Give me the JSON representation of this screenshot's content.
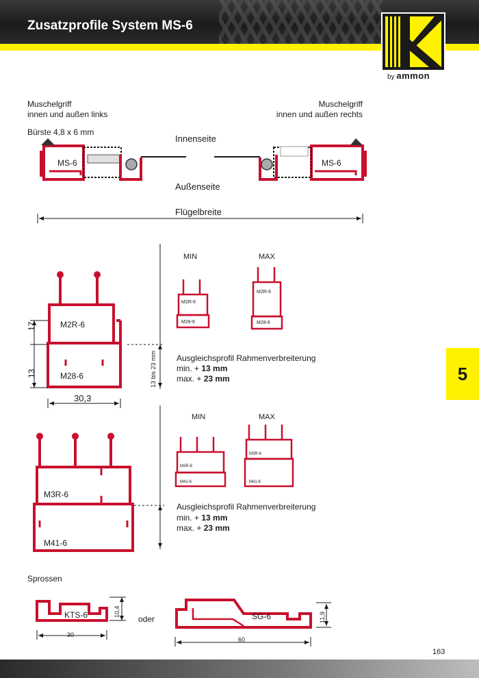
{
  "header": {
    "title": "Zusatzprofile System MS-6",
    "logo_text": "ammon",
    "logo_prefix": "by"
  },
  "chapter_tab": "5",
  "page_number": "163",
  "colors": {
    "profile": "#c8102e",
    "accent": "#fff200",
    "line": "#1a1a1a"
  },
  "section1": {
    "left_caption_line1": "Muschelgriff",
    "left_caption_line2": "innen und außen links",
    "left_brush": "Bürste 4,8 x 6 mm",
    "right_caption_line1": "Muschelgriff",
    "right_caption_line2": "innen und außen rechts",
    "inside_label": "Innenseite",
    "outside_label": "Außenseite",
    "width_label": "Flügelbreite",
    "profile_left": "MS-6",
    "profile_right": "MS-6"
  },
  "section2": {
    "min_label": "MIN",
    "max_label": "MAX",
    "upper_profile": "M2R-6",
    "lower_profile": "M28-6",
    "dim_upper": "17",
    "dim_lower": "13",
    "dim_width": "30,3",
    "dim_range": "13 bis 23 mm",
    "desc_title": "Ausgleichsprofil Rahmenverbreiterung",
    "desc_min_prefix": "min.  +",
    "desc_min_value": "13 mm",
    "desc_max_prefix": "max. +",
    "desc_max_value": "23 mm"
  },
  "section3": {
    "min_label": "MIN",
    "max_label": "MAX",
    "upper_profile": "M3R-6",
    "lower_profile": "M41-6",
    "desc_title": "Ausgleichsprofil Rahmenverbreiterung",
    "desc_min_prefix": "min.  +",
    "desc_min_value": "13 mm",
    "desc_max_prefix": "max. +",
    "desc_max_value": "23 mm"
  },
  "sprossen": {
    "title": "Sprossen",
    "left_profile": "KTS-6",
    "left_width": "30",
    "left_height": "10,4",
    "or_label": "oder",
    "right_profile": "SG-6",
    "right_width": "60",
    "right_height": "11,9"
  }
}
